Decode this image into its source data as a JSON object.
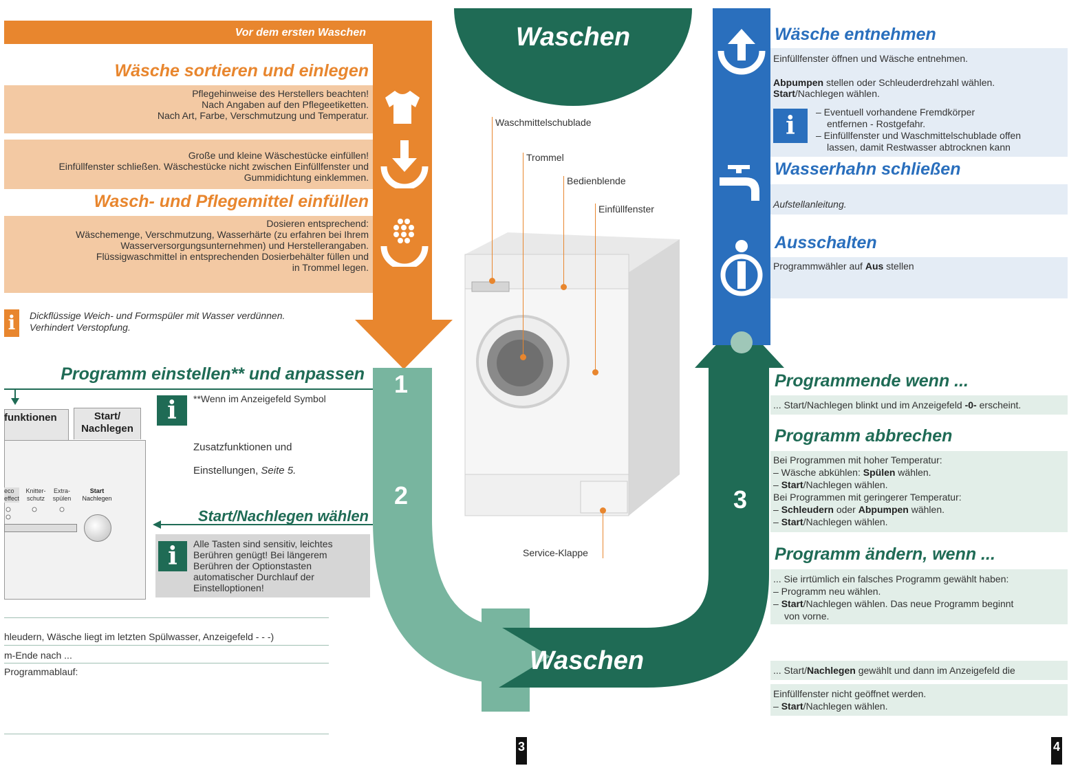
{
  "left": {
    "banner": "Vor dem ersten Waschen",
    "sort_title": "Wäsche sortieren und einlegen",
    "sort_lines": [
      "Pflegehinweise des Herstellers beachten!",
      "Nach Angaben auf den Pflegeetiketten.",
      "Nach Art, Farbe, Verschmutzung und Temperatur."
    ],
    "load_lines": [
      "Große und kleine Wäschestücke einfüllen!",
      "Einfüllfenster schließen. Wäschestücke nicht zwischen Einfüllfenster und",
      "Gummidichtung einklemmen."
    ],
    "detergent_title": "Wasch- und Pflegemittel einfüllen",
    "detergent_lines": [
      "Dosieren entsprechend:",
      "Wäschemenge, Verschmutzung, Wasserhärte (zu erfahren bei Ihrem",
      "Wasserversorgungsunternehmen) und Herstellerangaben.",
      "Flüssigwaschmittel in entsprechenden Dosierbehälter füllen und",
      "in Trommel legen."
    ],
    "tip_lines": [
      "Dickflüssige Weich- und Formspüler mit Wasser verdünnen.",
      "Verhindert Verstopfung."
    ],
    "program_title": "Programm einstellen** und anpassen",
    "panel_tab1": "funktionen",
    "panel_tab2_line1": "Start/",
    "panel_tab2_line2": "Nachlegen",
    "panel_buttons": [
      {
        "l1": "eco",
        "l2": "effect"
      },
      {
        "l1": "Knitter-",
        "l2": "schutz"
      },
      {
        "l1": "Extra-",
        "l2": "spülen"
      },
      {
        "l1": "Start",
        "l2": "Nachlegen"
      }
    ],
    "note1": "**Wenn im Anzeigefeld Symbol",
    "note2": "Zusatzfunktionen und",
    "note3_prefix": "Einstellungen, ",
    "note3_italic": "Seite 5.",
    "start_title": "Start/Nachlegen wählen",
    "info_lines": [
      "Alle Tasten sind sensitiv, leichtes",
      "Berühren genügt! Bei längerem",
      "Berühren der Optionstasten",
      "automatischer Durchlauf der",
      "Einstelloptionen!"
    ],
    "footer_lines": [
      "hleudern, Wäsche liegt im letzten Spülwasser, Anzeigefeld - - -)",
      "m-Ende nach ...",
      "Programmablauf:"
    ],
    "page_number": "3"
  },
  "center": {
    "top_title": "Waschen",
    "bottom_title": "Waschen",
    "steps": [
      "1",
      "2",
      "3"
    ],
    "labels": {
      "drawer": "Waschmittelschublade",
      "drum": "Trommel",
      "panel": "Bedienblende",
      "door": "Einfüllfenster",
      "service": "Service-Klappe"
    }
  },
  "right": {
    "remove_title": "Wäsche entnehmen",
    "remove_text": "Einfüllfenster öffnen und Wäsche entnehmen.",
    "pump_bold": "Abpumpen",
    "pump_rest": " stellen oder Schleuderdrehzahl wählen.",
    "pump_start_bold": "Start",
    "pump_start_rest": "/Nachlegen wählen.",
    "info_lines": [
      "– Eventuell vorhandene Fremdkörper",
      "entfernen - Rostgefahr.",
      "– Einfüllfenster und Waschmittelschublade offen",
      "lassen, damit Restwasser abtrocknen kann"
    ],
    "tap_title": "Wasserhahn schließen",
    "tap_text": "Aufstellanleitung.",
    "off_title": "Ausschalten",
    "off_prefix": "Programmwähler auf ",
    "off_bold": "Aus",
    "off_suffix": " stellen",
    "end_title": "Programmende wenn ...",
    "end_prefix": "... Start/Nachlegen blinkt und im Anzeigefeld ",
    "end_bold": "-0-",
    "end_suffix": " erscheint.",
    "cancel_title": "Programm abbrechen",
    "cancel_l1": "Bei Programmen mit hoher Temperatur:",
    "cancel_l2_prefix": "– Wäsche abkühlen: ",
    "cancel_l2_bold": "Spülen",
    "cancel_l2_suffix": " wählen.",
    "cancel_l3_bold": "Start",
    "cancel_l3_suffix": "/Nachlegen wählen.",
    "cancel_l4": "Bei Programmen mit geringerer Temperatur:",
    "cancel_l5_bold1": "Schleudern",
    "cancel_l5_mid": " oder ",
    "cancel_l5_bold2": "Abpumpen",
    "cancel_l5_suffix": " wählen.",
    "cancel_l6_bold": "Start",
    "cancel_l6_suffix": "/Nachlegen wählen.",
    "change_title": "Programm ändern, wenn ...",
    "change_l1": "... Sie irrtümlich ein falsches Programm gewählt haben:",
    "change_l2": "– Programm neu wählen.",
    "change_l3_bold": "Start",
    "change_l3_suffix": "/Nachlegen wählen. Das neue Programm beginnt",
    "change_l4": "von vorne.",
    "reload_prefix": "... Start/",
    "reload_bold": "Nachlegen",
    "reload_suffix": " gewählt und dann im Anzeigefeld die",
    "reload_l2": "Einfüllfenster nicht geöffnet werden.",
    "reload_l3_bold": "Start",
    "reload_l3_suffix": "/Nachlegen wählen.",
    "page_number": "4"
  },
  "colors": {
    "orange": "#e8862e",
    "blue": "#2a6fbd",
    "dark_green": "#1f6b55",
    "light_green": "#78b59f"
  },
  "icons": [
    "shirt-icon",
    "load-arrow-icon",
    "detergent-icon",
    "info-icon",
    "unload-arrow-icon",
    "faucet-icon",
    "power-off-icon"
  ]
}
